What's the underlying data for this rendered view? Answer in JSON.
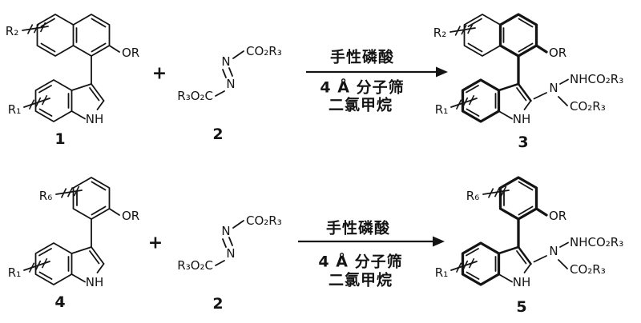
{
  "scheme": {
    "background_color": "#ffffff",
    "ink_color": "#141414",
    "plus_sign": "+",
    "conditions": {
      "above_arrow": "手性磷酸",
      "below_arrow_line1": "4 Å 分子筛",
      "below_arrow_line2": "二氯甲烷"
    },
    "compound1": {
      "number": "1",
      "r2": "R₂",
      "or": "OR",
      "r1": "R₁",
      "nh": "NH"
    },
    "compound2": {
      "number": "2",
      "n_upper": "N",
      "n_lower": "N",
      "ester_upper": "CO₂R₃",
      "ester_lower": "R₃O₂C"
    },
    "compound3": {
      "number": "3",
      "r2": "R₂",
      "or": "OR",
      "r1": "R₁",
      "nh": "NH",
      "n_amine": "N",
      "carbamate_upper": "NHCO₂R₃",
      "carbamate_lower": "CO₂R₃"
    },
    "compound4": {
      "number": "4",
      "r6": "R₆",
      "or": "OR",
      "r1": "R₁",
      "nh": "NH"
    },
    "compound5": {
      "number": "5",
      "r6": "R₆",
      "or": "OR",
      "r1": "R₁",
      "nh": "NH",
      "n_amine": "N",
      "carbamate_upper": "NHCO₂R₃",
      "carbamate_lower": "CO₂R₃"
    }
  }
}
